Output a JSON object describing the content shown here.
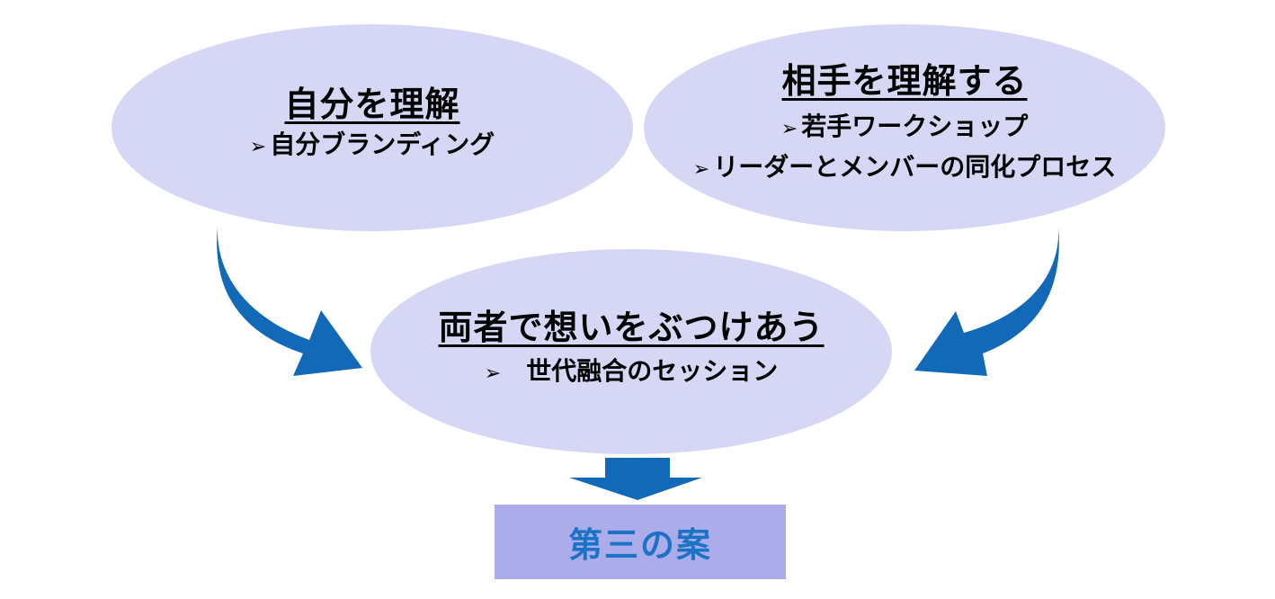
{
  "colors": {
    "ellipse_fill": "#d6d7f5",
    "arrow_fill": "#1269b8",
    "result_box_fill": "#adaceb",
    "result_text": "#1a73c4",
    "text": "#000000"
  },
  "nodes": {
    "self": {
      "title": "自分を理解",
      "bullets": [
        {
          "icon": "arrowhead-bullet-icon",
          "symbol": "➢",
          "text": "自分ブランディング"
        }
      ]
    },
    "other": {
      "title": "相手を理解する",
      "bullets": [
        {
          "icon": "arrowhead-bullet-icon",
          "symbol": "➢",
          "text": "若手ワークショップ"
        },
        {
          "icon": "arrowhead-bullet-icon",
          "symbol": "➢",
          "text": "リーダーとメンバーの同化プロセス"
        }
      ]
    },
    "both": {
      "title": "両者で想いをぶつけあう",
      "bullets": [
        {
          "icon": "arrowhead-bullet-icon",
          "symbol": "➢",
          "text": "世代融合のセッション"
        }
      ]
    }
  },
  "result": {
    "label": "第三の案"
  },
  "arrows": [
    {
      "from": "self",
      "to": "both",
      "icon": "curved-arrow-icon"
    },
    {
      "from": "other",
      "to": "both",
      "icon": "curved-arrow-icon"
    },
    {
      "from": "both",
      "to": "result",
      "icon": "down-arrow-icon"
    }
  ]
}
